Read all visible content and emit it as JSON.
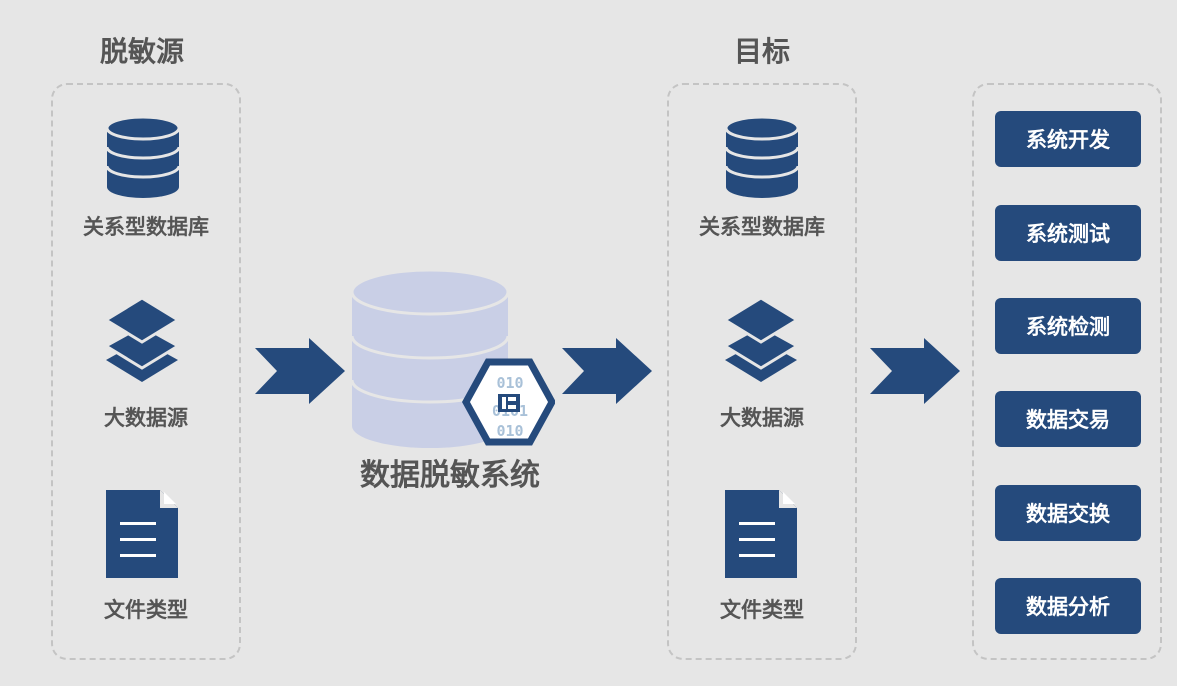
{
  "source": {
    "title": "脱敏源",
    "items": [
      {
        "label": "关系型数据库",
        "icon": "database-icon"
      },
      {
        "label": "大数据源",
        "icon": "layers-icon"
      },
      {
        "label": "文件类型",
        "icon": "document-icon"
      }
    ]
  },
  "center": {
    "label": "数据脱敏系统",
    "icon": "masking-database-icon",
    "badge_text": "010"
  },
  "target": {
    "title": "目标",
    "items": [
      {
        "label": "关系型数据库",
        "icon": "database-icon"
      },
      {
        "label": "大数据源",
        "icon": "layers-icon"
      },
      {
        "label": "文件类型",
        "icon": "document-icon"
      }
    ]
  },
  "uses": [
    {
      "label": "系统开发"
    },
    {
      "label": "系统测试"
    },
    {
      "label": "系统检测"
    },
    {
      "label": "数据交易"
    },
    {
      "label": "数据交换"
    },
    {
      "label": "数据分析"
    }
  ],
  "colors": {
    "background": "#e6e6e6",
    "primary": "#254a7c",
    "light_db": "#c9cfe6",
    "text": "#555555"
  }
}
